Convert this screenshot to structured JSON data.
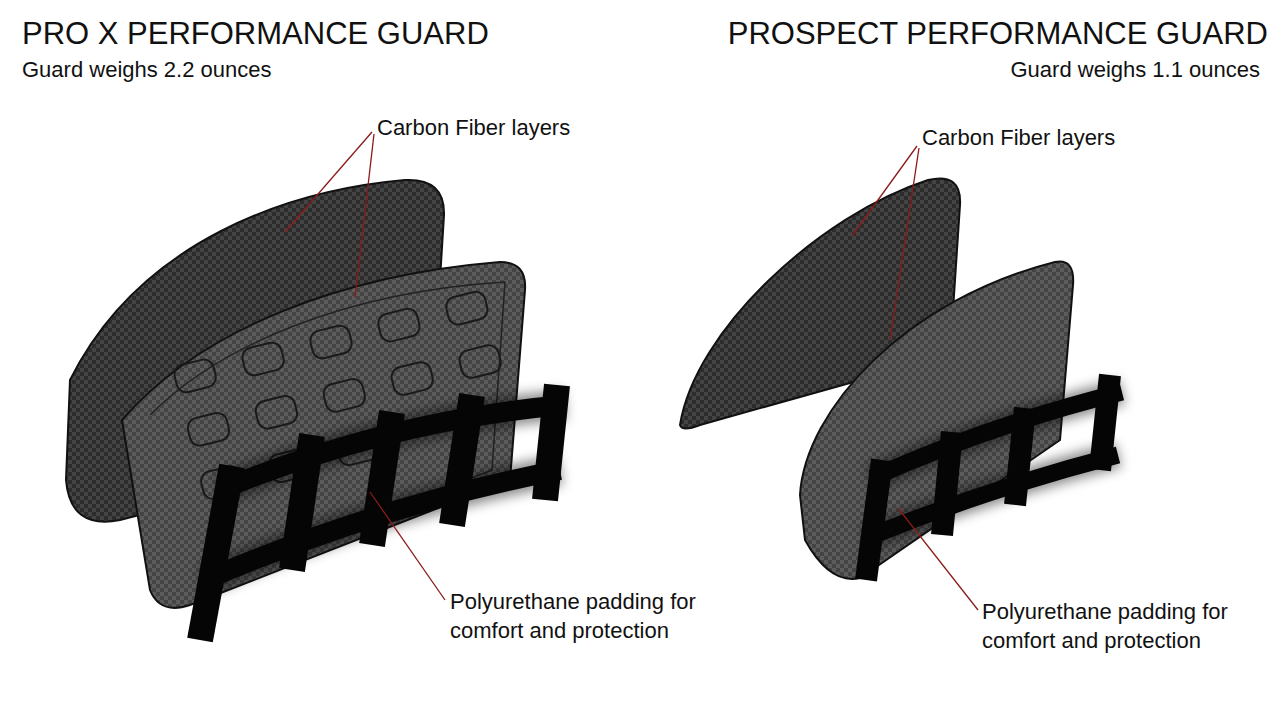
{
  "diagram": {
    "labels": [
      "PRO X PERFORMANCE GUARD",
      "Guard weighs 2.2 ounces",
      "Carbon Fiber layers",
      "Polyurethane padding for comfort and protection",
      "PROSPECT PERFORMANCE GUARD",
      "Guard weighs 1.1 ounces",
      "Carbon Fiber layers",
      "Polyurethane padding for comfort and protection"
    ]
  }
}
